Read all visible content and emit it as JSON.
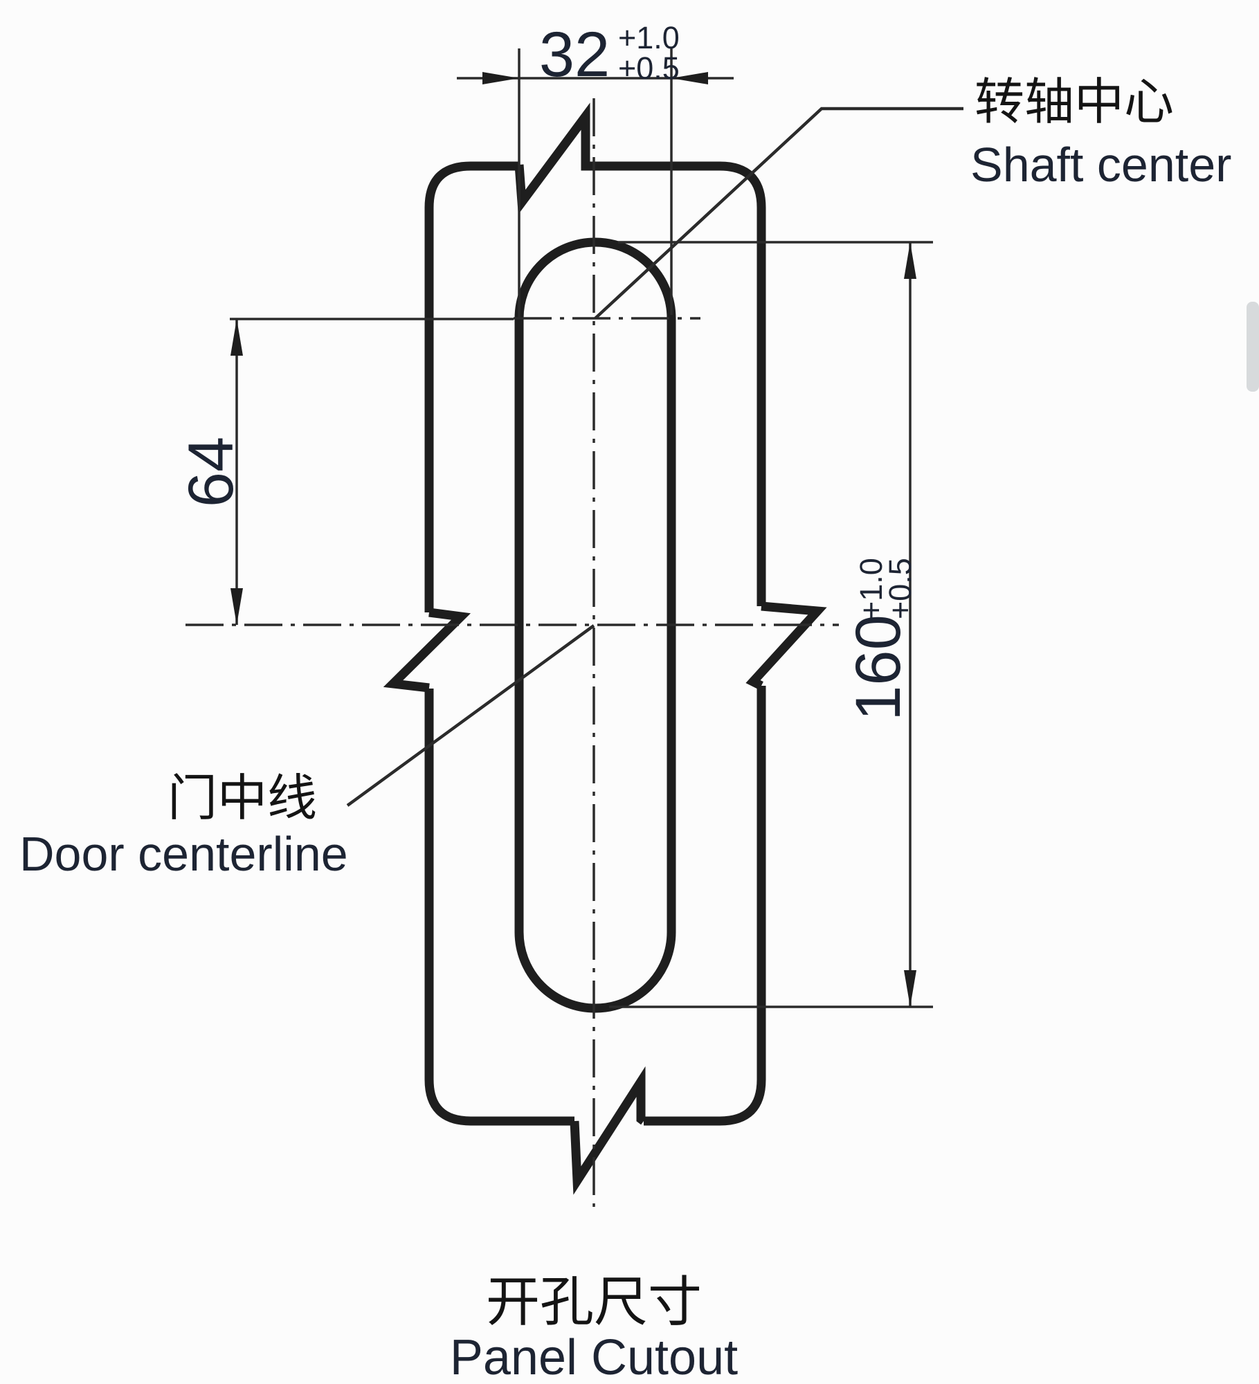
{
  "drawing": {
    "title_zh": "开孔尺寸",
    "title_en": "Panel Cutout",
    "labels": {
      "shaft_center_zh": "转轴中心",
      "shaft_center_en": "Shaft center",
      "door_centerline_zh": "门中线",
      "door_centerline_en": "Door centerline"
    },
    "dimensions": {
      "cutout_width": {
        "value": "32",
        "tol_upper": "+1.0",
        "tol_lower": "+0.5"
      },
      "shaft_center_offset": {
        "value": "64"
      },
      "cutout_length": {
        "value": "160",
        "tol_upper": "+1.0",
        "tol_lower": "+0.5"
      }
    },
    "colors": {
      "outline": "#1e1e1e",
      "thin_line": "#2b2b2b",
      "dim_text": "#1d2433",
      "cjk_text": "#141414",
      "background": "#fcfcfc",
      "artifact": "#d7dadc"
    }
  }
}
